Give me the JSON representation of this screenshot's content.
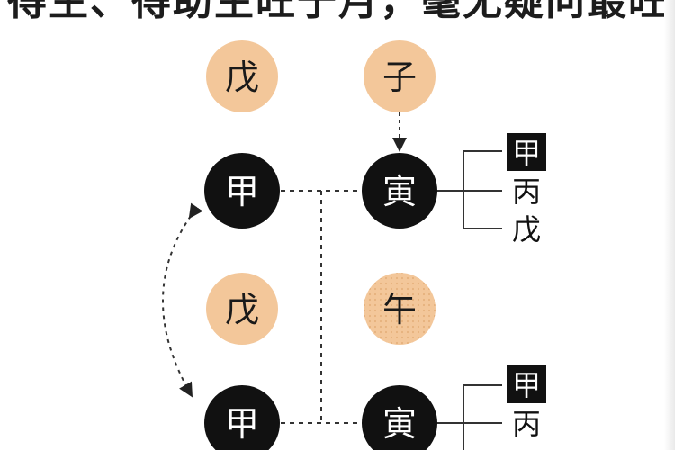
{
  "header": {
    "title": "得生、得助生旺于月，毫无疑问最旺。"
  },
  "nodes": {
    "tr_wu_top": "戊",
    "tr_zi": "子",
    "tr_jia_top": "甲",
    "tr_yin_top": "寅",
    "tr_wu_mid": "戊",
    "tr_wu_noon": "午",
    "tr_jia_bottom": "甲",
    "tr_yin_bottom": "寅"
  },
  "branches": {
    "top": [
      "甲",
      "丙",
      "戊"
    ],
    "bottom": [
      "甲",
      "丙"
    ]
  },
  "colors": {
    "peach": "#f3c79a",
    "black": "#111111",
    "line": "#333333"
  }
}
